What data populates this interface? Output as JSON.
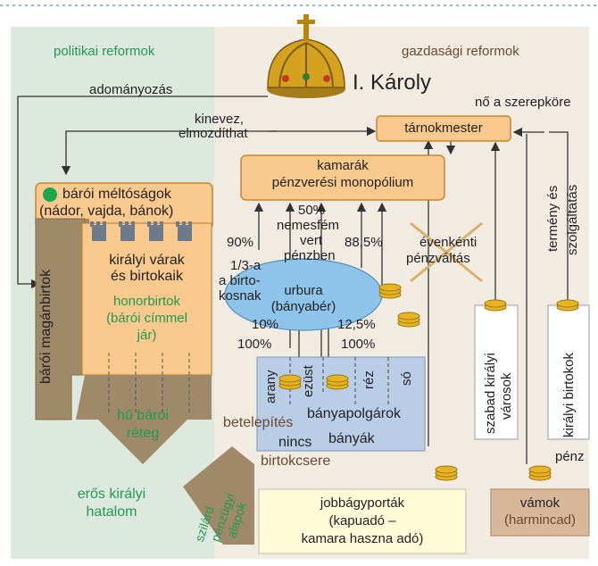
{
  "sections": {
    "political": "politikai reformok",
    "economic": "gazdasági reformok"
  },
  "ruler": {
    "name": "I. Károly"
  },
  "labels": {
    "adomanyozas": "adományozás",
    "kinevez": "kinevez,",
    "elmozdithat": "elmozdíthat",
    "no_szerepkore": "nő a szerepköre",
    "tarnokmester": "tárnokmester",
    "kamarak": "kamarák",
    "penzveresi": "pénzverési monopólium",
    "baroi_1": "bárói méltóságok",
    "baroi_2": "(nádor, vajda, bánok)",
    "baroi_maganbirtok": "bárói magánbirtok",
    "kiralyi_varak": "királyi várak",
    "es_birtokaik": "és birtokaik",
    "honorbirtok": "honorbirtok",
    "baroi_cimmel": "(bárói címmel",
    "jar": "jár)",
    "hu_baroi": "hű bárói",
    "reteg": "réteg",
    "eros_kiralyi": "erős királyi",
    "hatalom": "hatalom",
    "szilard": "szilárd",
    "penzugyi": "pénzügyi",
    "alapok": "alapok",
    "p50": "50%",
    "nemesfem": "nemesfém",
    "vert": "vert",
    "penzben": "pénzben",
    "p90": "90%",
    "p885": "88,5%",
    "egyharmad": "1/3-a",
    "a_birto": "a birto-",
    "kosnak": "kosnak",
    "urbura": "urbura",
    "banyaber": "(bányabér)",
    "p10": "10%",
    "p125": "12,5%",
    "p100a": "100%",
    "p100b": "100%",
    "evenkenti": "évenkénti",
    "penzvaltas": "pénzváltás",
    "termeny": "termény és",
    "szolgaltatas": "szolgáltatás",
    "arany": "arany",
    "ezust": "ezüst",
    "rez": "réz",
    "so": "só",
    "betelepites": "betelepítés",
    "banyapolgarok": "bányapolgárok",
    "nincs": "nincs",
    "banyak": "bányák",
    "birtokcsere": "birtokcsere",
    "szabad_kiralyi": "szabad királyi",
    "varosok": "városok",
    "kiralyi_birtokok": "királyi birtokok",
    "penz": "pénz",
    "jobbagy_1": "jobbágyporták",
    "jobbagy_2": "(kapuadó –",
    "jobbagy_3": "kamara haszna adó)",
    "vamok": "vámok",
    "harmincad": "(harmincad)"
  },
  "colors": {
    "political_bg": "#dde9de",
    "economic_bg": "#f2ebe2",
    "orange_box": "#f9c98e",
    "brown_panel": "#a08968",
    "oval": "#8fc4ea",
    "mines": "#b9cde7",
    "green_text": "#1f9a52",
    "coin": "#e8b320"
  },
  "icons": [
    "crown-icon",
    "tower-icon",
    "coin-stack-icon",
    "green-dot-icon"
  ]
}
